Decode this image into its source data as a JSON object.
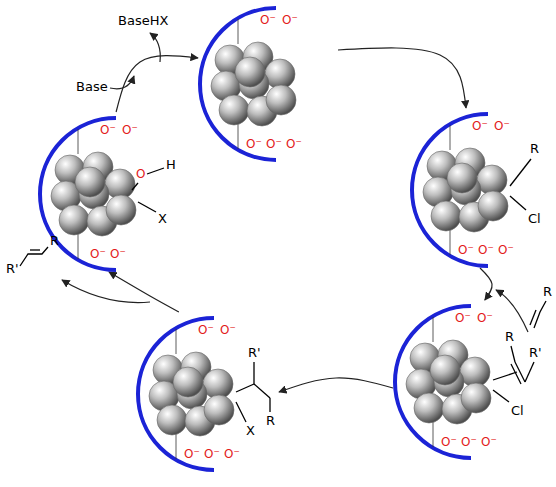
{
  "diagram": {
    "nodes": [
      {
        "text": [
          "O⁻",
          "O⁻",
          "O⁻",
          "O⁻",
          "O⁻"
        ]
      },
      {
        "text": [
          "O⁻",
          "O⁻",
          "O⁻",
          "O⁻",
          "O⁻",
          "R",
          "Cl"
        ]
      },
      {
        "text": [
          "O⁻",
          "O⁻",
          "O⁻",
          "O⁻",
          "O⁻",
          "R",
          "R'",
          "Cl"
        ]
      },
      {
        "text": [
          "O⁻",
          "O⁻",
          "O⁻",
          "O⁻",
          "O⁻",
          "R'",
          "R",
          "X"
        ]
      },
      {
        "text": [
          "O⁻",
          "O⁻",
          "O⁻",
          "O⁻",
          "O",
          "H",
          "X"
        ]
      }
    ],
    "edges": [
      {
        "from": 0,
        "to": 1,
        "arrow": "to"
      },
      {
        "from": 1,
        "to": 2,
        "arrow": "to"
      },
      {
        "from": 2,
        "to": 3,
        "arrow": "to"
      },
      {
        "from": 3,
        "to": 4,
        "arrow": "to"
      },
      {
        "from": 4,
        "to": 0,
        "arrow": "to"
      }
    ],
    "labels": [
      "BaseHX",
      "Base",
      "R'",
      "R",
      "R"
    ]
  }
}
